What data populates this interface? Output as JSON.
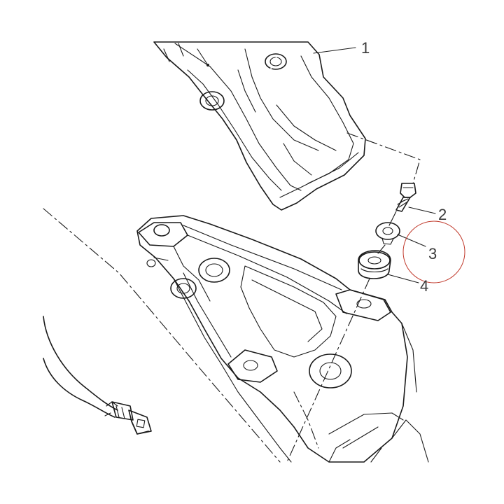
{
  "callouts": [
    {
      "id": "1",
      "label": "1"
    },
    {
      "id": "2",
      "label": "2"
    },
    {
      "id": "3",
      "label": "3"
    },
    {
      "id": "4",
      "label": "4"
    }
  ],
  "colors": {
    "line": "#1a1a1a",
    "part_shade": "#d2d2d2",
    "highlight_circle": "#c0392b",
    "label": "#3a3a3a"
  },
  "highlight": {
    "target_callout": "3",
    "shape": "circle"
  }
}
